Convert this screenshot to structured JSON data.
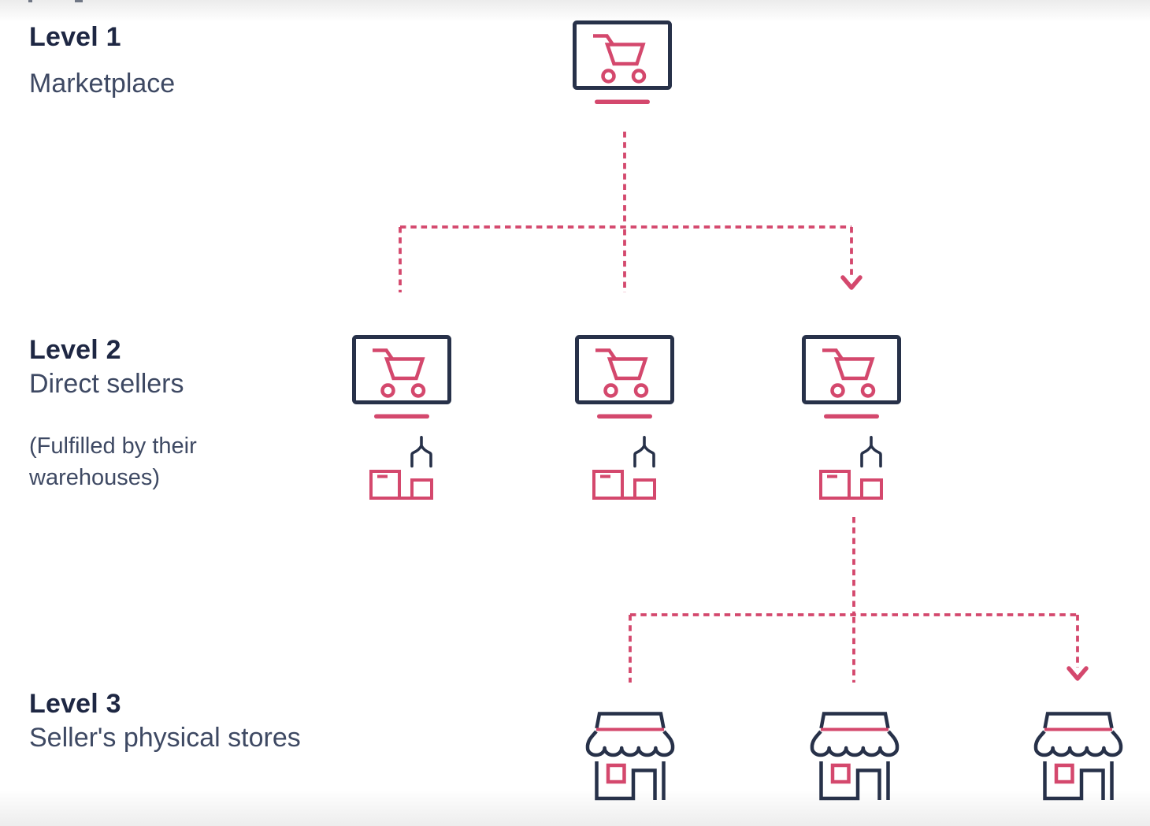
{
  "palette": {
    "navy": "#273149",
    "pink": "#d4486d",
    "pale_pink": "#fbeff3",
    "pale_pink_strip": "#fdf5f8",
    "heading_text": "#1e2743",
    "body_text": "#3e4963",
    "edge_gradient": "#ececec"
  },
  "levels": [
    {
      "title": "Level 1",
      "subtitle": "Marketplace"
    },
    {
      "title": "Level 2",
      "subtitle": "Direct sellers",
      "note_line1": "(Fulfilled by their",
      "note_line2": "warehouses)"
    },
    {
      "title": "Level 3",
      "subtitle": "Seller's physical stores"
    }
  ],
  "nodes": {
    "level1": [
      {
        "icon": "cart-monitor-icon",
        "role": "marketplace"
      }
    ],
    "level2": [
      {
        "icon": "cart-monitor-icon",
        "sub_icon": "warehouse-boxes-claw-icon",
        "role": "direct seller"
      },
      {
        "icon": "cart-monitor-icon",
        "sub_icon": "warehouse-boxes-claw-icon",
        "role": "direct seller"
      },
      {
        "icon": "cart-monitor-icon",
        "sub_icon": "warehouse-boxes-claw-icon",
        "role": "direct seller"
      }
    ],
    "level3": [
      {
        "icon": "storefront-icon",
        "role": "physical store"
      },
      {
        "icon": "storefront-icon",
        "role": "physical store"
      },
      {
        "icon": "storefront-icon",
        "role": "physical store"
      }
    ]
  },
  "arrows": [
    {
      "from": "marketplace",
      "to": "direct sellers (3 branches)",
      "style": "dashed",
      "color": "#d4486d",
      "arrowhead_on": "right branch"
    },
    {
      "from": "direct seller 3",
      "to": "physical stores (3 branches)",
      "style": "dashed",
      "color": "#d4486d",
      "arrowhead_on": "right branch"
    }
  ]
}
